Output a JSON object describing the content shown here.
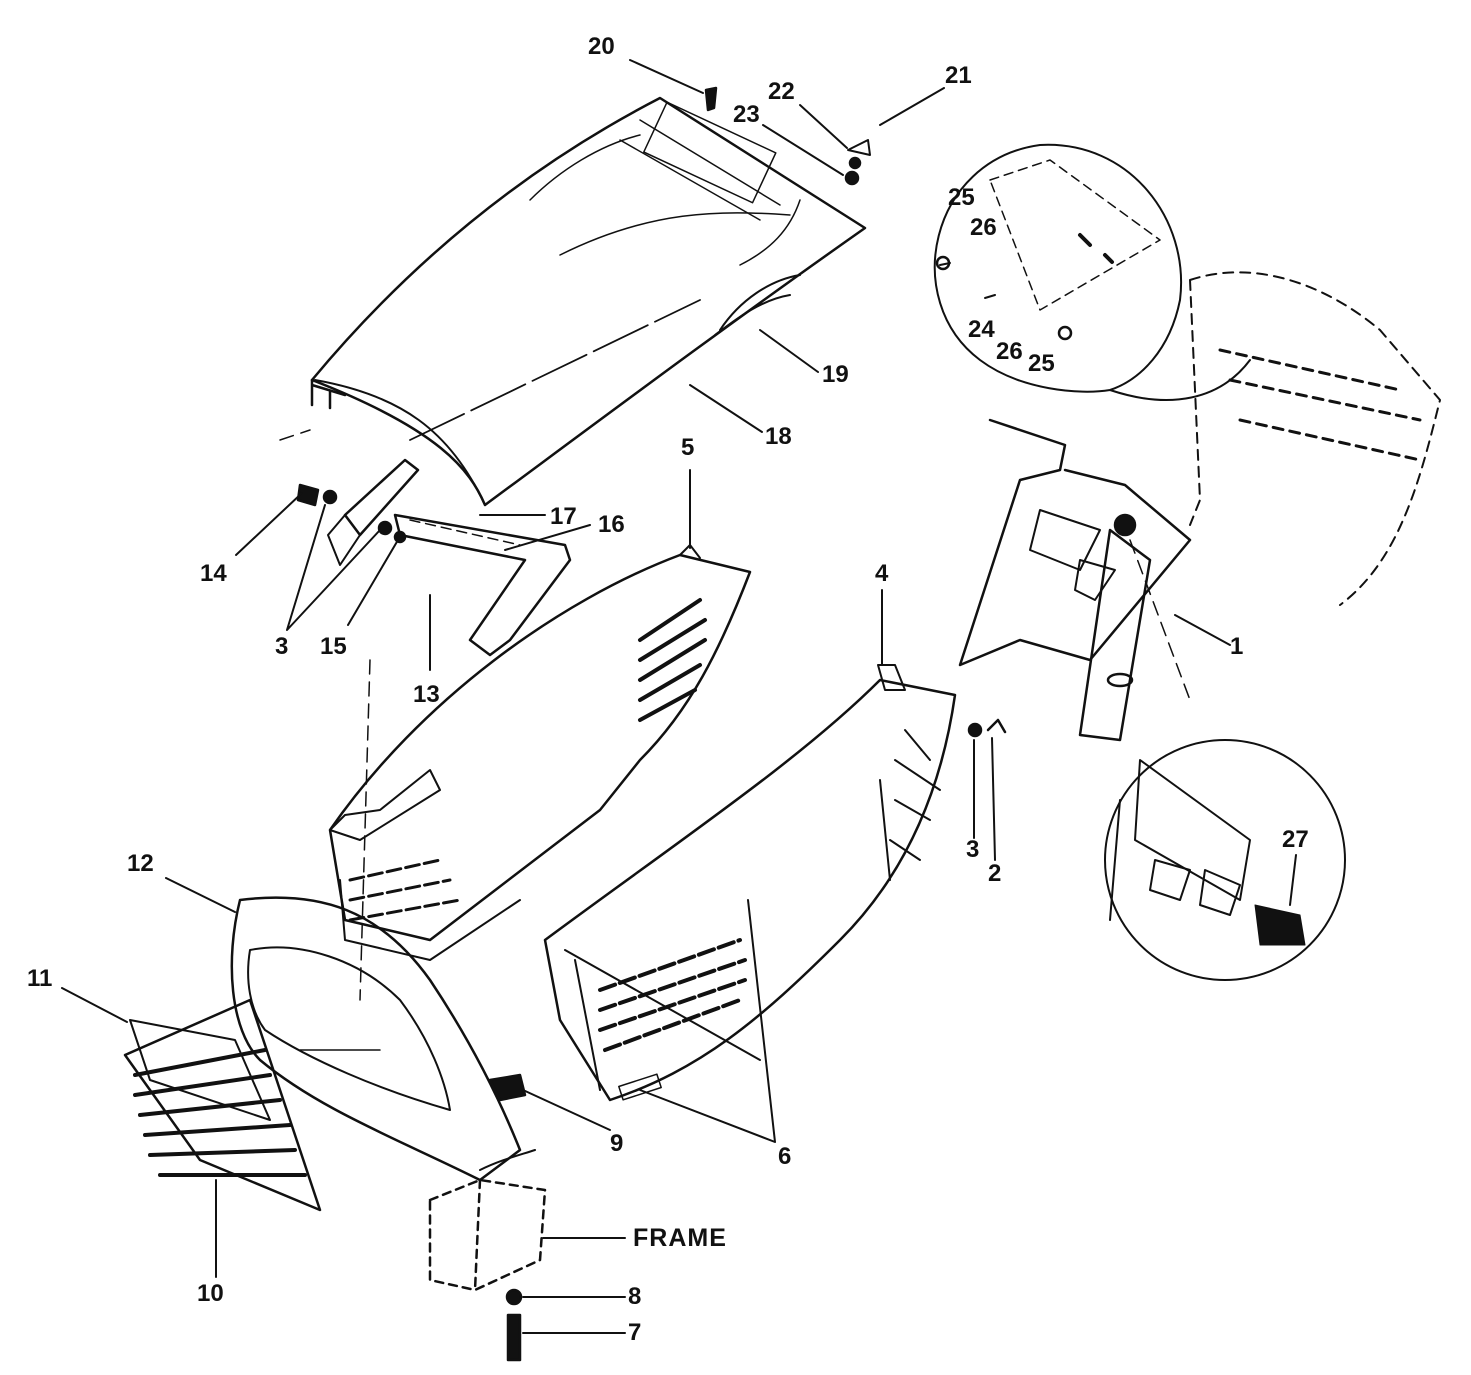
{
  "diagram": {
    "callouts": {
      "c1": "1",
      "c2": "2",
      "c3a": "3",
      "c3b": "3",
      "c4": "4",
      "c5": "5",
      "c6": "6",
      "c7": "7",
      "c8": "8",
      "c9": "9",
      "c10": "10",
      "c11": "11",
      "c12": "12",
      "c13": "13",
      "c14": "14",
      "c15": "15",
      "c16": "16",
      "c17": "17",
      "c18": "18",
      "c19": "19",
      "c20": "20",
      "c21": "21",
      "c22": "22",
      "c23": "23",
      "c24": "24",
      "c25a": "25",
      "c25b": "25",
      "c26a": "26",
      "c26b": "26",
      "c27": "27"
    },
    "frame_label": "FRAME",
    "line_color": "#111111",
    "background": "#ffffff"
  }
}
